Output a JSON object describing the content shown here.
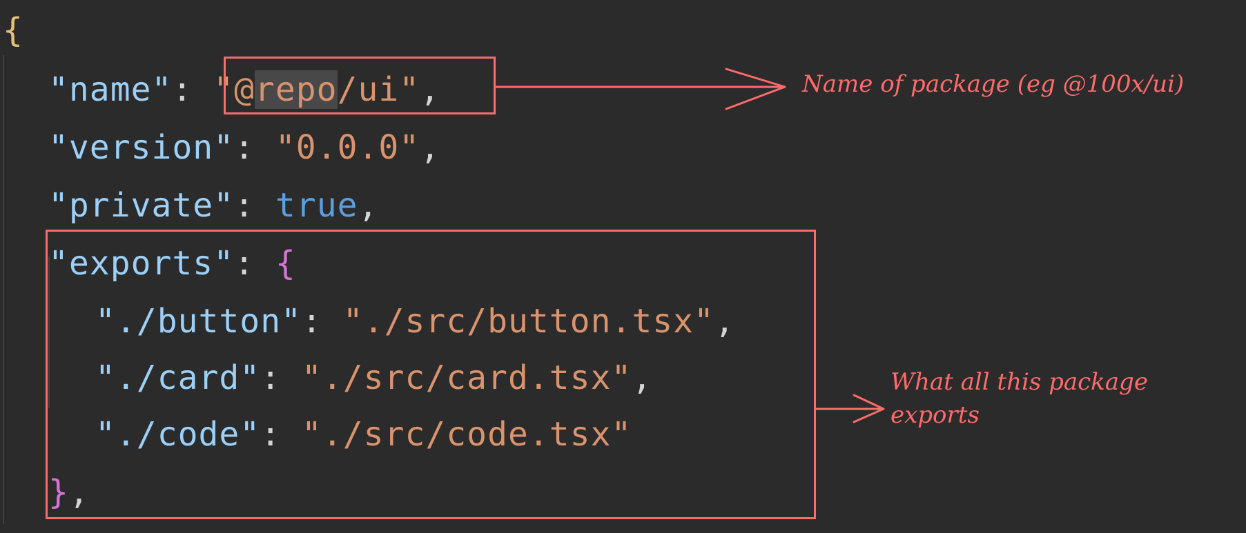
{
  "editor": {
    "background": "#2b2b2b",
    "lines": [
      {
        "tokens": [
          {
            "text": "{",
            "class": "brace-gold"
          }
        ]
      },
      {
        "tokens": [
          {
            "text": "\"name\"",
            "class": "key"
          },
          {
            "text": ": ",
            "class": "punc"
          },
          {
            "text": "\"@",
            "class": "str"
          },
          {
            "text": "repo",
            "class": "str",
            "highlight": true
          },
          {
            "text": "/ui\"",
            "class": "str"
          },
          {
            "text": ",",
            "class": "punc"
          }
        ]
      },
      {
        "tokens": [
          {
            "text": "\"version\"",
            "class": "key"
          },
          {
            "text": ": ",
            "class": "punc"
          },
          {
            "text": "\"0.0.0\"",
            "class": "str"
          },
          {
            "text": ",",
            "class": "punc"
          }
        ]
      },
      {
        "tokens": [
          {
            "text": "\"private\"",
            "class": "key"
          },
          {
            "text": ": ",
            "class": "punc"
          },
          {
            "text": "true",
            "class": "kw"
          },
          {
            "text": ",",
            "class": "punc"
          }
        ]
      },
      {
        "tokens": [
          {
            "text": "\"exports\"",
            "class": "key"
          },
          {
            "text": ": ",
            "class": "punc"
          },
          {
            "text": "{",
            "class": "brace-magenta"
          }
        ]
      },
      {
        "tokens": [
          {
            "text": "\"./button\"",
            "class": "key"
          },
          {
            "text": ": ",
            "class": "punc"
          },
          {
            "text": "\"./src/button.tsx\"",
            "class": "str"
          },
          {
            "text": ",",
            "class": "punc"
          }
        ]
      },
      {
        "tokens": [
          {
            "text": "\"./card\"",
            "class": "key"
          },
          {
            "text": ": ",
            "class": "punc"
          },
          {
            "text": "\"./src/card.tsx\"",
            "class": "str"
          },
          {
            "text": ",",
            "class": "punc"
          }
        ]
      },
      {
        "tokens": [
          {
            "text": "\"./code\"",
            "class": "key"
          },
          {
            "text": ": ",
            "class": "punc"
          },
          {
            "text": "\"./src/code.tsx\"",
            "class": "str"
          }
        ]
      },
      {
        "tokens": [
          {
            "text": "}",
            "class": "brace-magenta"
          },
          {
            "text": ",",
            "class": "punc"
          }
        ]
      }
    ]
  },
  "annotations": {
    "color": "#ff6b6b",
    "name_note": "Name of package (eg @100x/ui)",
    "exports_note_line1": "What all this package",
    "exports_note_line2": "exports"
  }
}
